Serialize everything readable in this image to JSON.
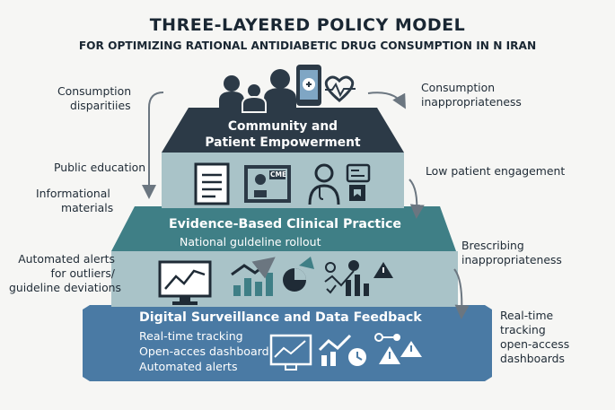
{
  "title": "THREE-LAYERED POLICY MODEL",
  "subtitle": "FOR OPTIMIZING RATIONAL ANTIDIABETIC DRUG CONSUMPTION IN N IRAN",
  "tiers": {
    "top": {
      "title_lines": [
        "Community and",
        "Patient Empowerment"
      ]
    },
    "middle": {
      "title": "Evidence-Based Clinical Practice",
      "subtitle": "National guldeline rollout"
    },
    "bottom": {
      "title": "Digital Surveillance and Data Feedback",
      "items": [
        "Real-time tracking",
        "Open-acces dashboard",
        "Automated alerts"
      ]
    }
  },
  "left_labels": {
    "consumption_disparities": [
      "Consumption",
      "disparitiies"
    ],
    "public_education": [
      "Public education"
    ],
    "informational_materials": [
      "Informational",
      "materials"
    ],
    "automated_alerts": [
      "Automated alerts",
      "for outliers/",
      "guideline deviations"
    ]
  },
  "right_labels": {
    "consumption_inappropriateness": [
      "Consumption",
      "inappropriateness"
    ],
    "low_patient_engagement": [
      "Low patient engagement"
    ],
    "prescribing_inappropriateness": [
      "Brescribing",
      "inappropriateness"
    ],
    "realtime_tracking": [
      "Real-time",
      "tracking",
      "open-access",
      "dashboards"
    ]
  },
  "icon_labels": {
    "cme_badge": "CME"
  },
  "colors": {
    "top_dark": "#2c3a47",
    "top_light": "#a9c3c8",
    "mid_dark": "#3f7f86",
    "mid_light": "#a9c3c8",
    "bottom": "#4a7aa4",
    "icon_dark": "#1f2b36"
  }
}
